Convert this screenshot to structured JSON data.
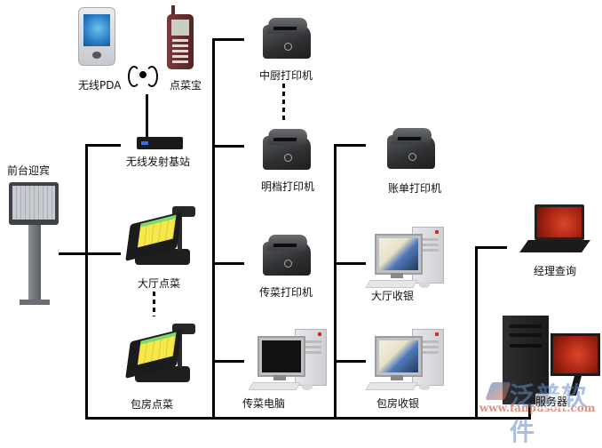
{
  "diagram": {
    "title": "餐饮管理系统网络拓扑",
    "nodes": [
      {
        "id": "pda",
        "label": "无线PDA",
        "icon": "pda-icon"
      },
      {
        "id": "handheld",
        "label": "点菜宝",
        "icon": "handheld-terminal-icon"
      },
      {
        "id": "wireless",
        "icon": "wireless-signal-icon"
      },
      {
        "id": "base_station",
        "label": "无线发射基站",
        "icon": "router-icon"
      },
      {
        "id": "reception",
        "label": "前台迎宾",
        "icon": "kiosk-icon"
      },
      {
        "id": "hall_order",
        "label": "大厅点菜",
        "icon": "pos-terminal-icon"
      },
      {
        "id": "room_order",
        "label": "包房点菜",
        "icon": "pos-terminal-icon"
      },
      {
        "id": "kitchen_printer",
        "label": "中厨打印机",
        "icon": "printer-icon"
      },
      {
        "id": "detail_printer",
        "label": "明档打印机",
        "icon": "printer-icon"
      },
      {
        "id": "serve_printer",
        "label": "传菜打印机",
        "icon": "printer-icon"
      },
      {
        "id": "serve_pc",
        "label": "传菜电脑",
        "icon": "desktop-pc-icon"
      },
      {
        "id": "bill_printer",
        "label": "账单打印机",
        "icon": "printer-icon"
      },
      {
        "id": "hall_cashier",
        "label": "大厅收银",
        "icon": "desktop-pc-icon"
      },
      {
        "id": "room_cashier",
        "label": "包房收银",
        "icon": "desktop-pc-icon"
      },
      {
        "id": "manager",
        "label": "经理查询",
        "icon": "laptop-icon"
      },
      {
        "id": "server",
        "label": "服务器",
        "icon": "server-icon"
      }
    ],
    "edges": [
      {
        "from": "base_station",
        "to": "bus_left",
        "style": "solid"
      },
      {
        "from": "reception",
        "to": "bus_left",
        "style": "solid"
      },
      {
        "from": "hall_order",
        "to": "bus_left",
        "style": "solid"
      },
      {
        "from": "hall_order",
        "to": "room_order",
        "style": "dashed"
      },
      {
        "from": "room_order",
        "to": "bus_left",
        "style": "solid"
      },
      {
        "from": "kitchen_printer",
        "to": "bus_mid",
        "style": "solid"
      },
      {
        "from": "kitchen_printer",
        "to": "detail_printer",
        "style": "dashed"
      },
      {
        "from": "detail_printer",
        "to": "bus_mid",
        "style": "solid"
      },
      {
        "from": "serve_printer",
        "to": "bus_mid",
        "style": "solid"
      },
      {
        "from": "serve_pc",
        "to": "bus_mid",
        "style": "solid"
      },
      {
        "from": "bill_printer",
        "to": "bus_right",
        "style": "solid"
      },
      {
        "from": "hall_cashier",
        "to": "bus_right",
        "style": "solid"
      },
      {
        "from": "room_cashier",
        "to": "bus_right",
        "style": "solid"
      },
      {
        "from": "manager",
        "to": "server",
        "style": "solid"
      },
      {
        "from": "bus_bottom",
        "to": "server",
        "style": "solid"
      }
    ]
  },
  "watermark": {
    "brand": "泛普软件",
    "url": "www.fanpusoft.com"
  }
}
